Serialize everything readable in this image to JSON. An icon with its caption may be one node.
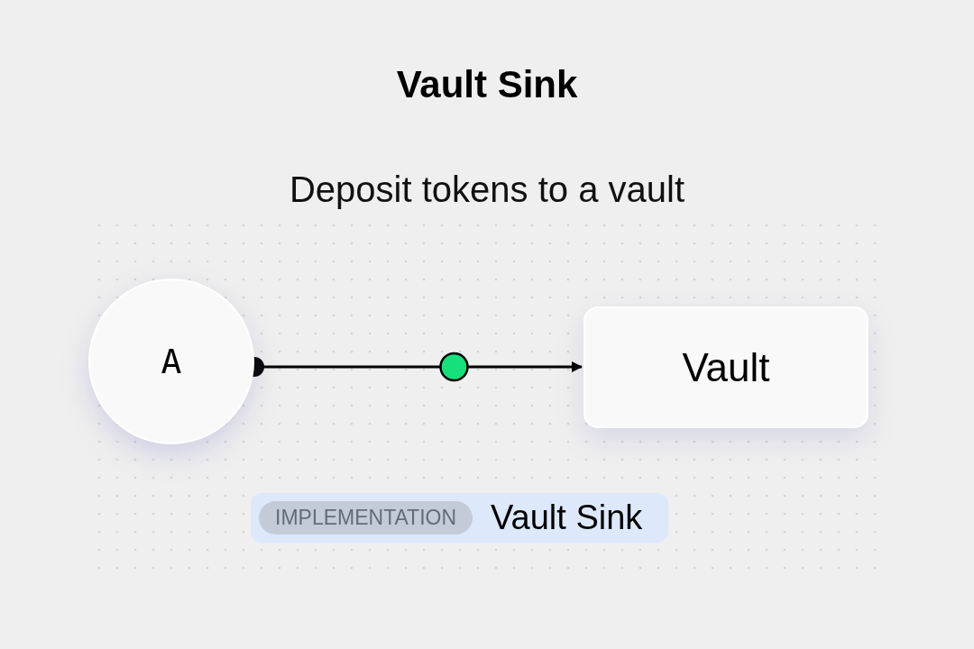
{
  "diagram": {
    "title": "Vault Sink",
    "nodes": [
      {
        "text": [
          "A"
        ]
      },
      {
        "text": [
          "Vault"
        ]
      },
      {
        "text": [
          "Vault Sink"
        ]
      },
      {
        "text": [
          "IMPLEMENTATION"
        ],
        "in": 2
      }
    ],
    "edges": [
      {
        "from": 0,
        "to": 1,
        "arrow": "to"
      }
    ],
    "labels": [
      "Deposit tokens to a vault"
    ]
  }
}
